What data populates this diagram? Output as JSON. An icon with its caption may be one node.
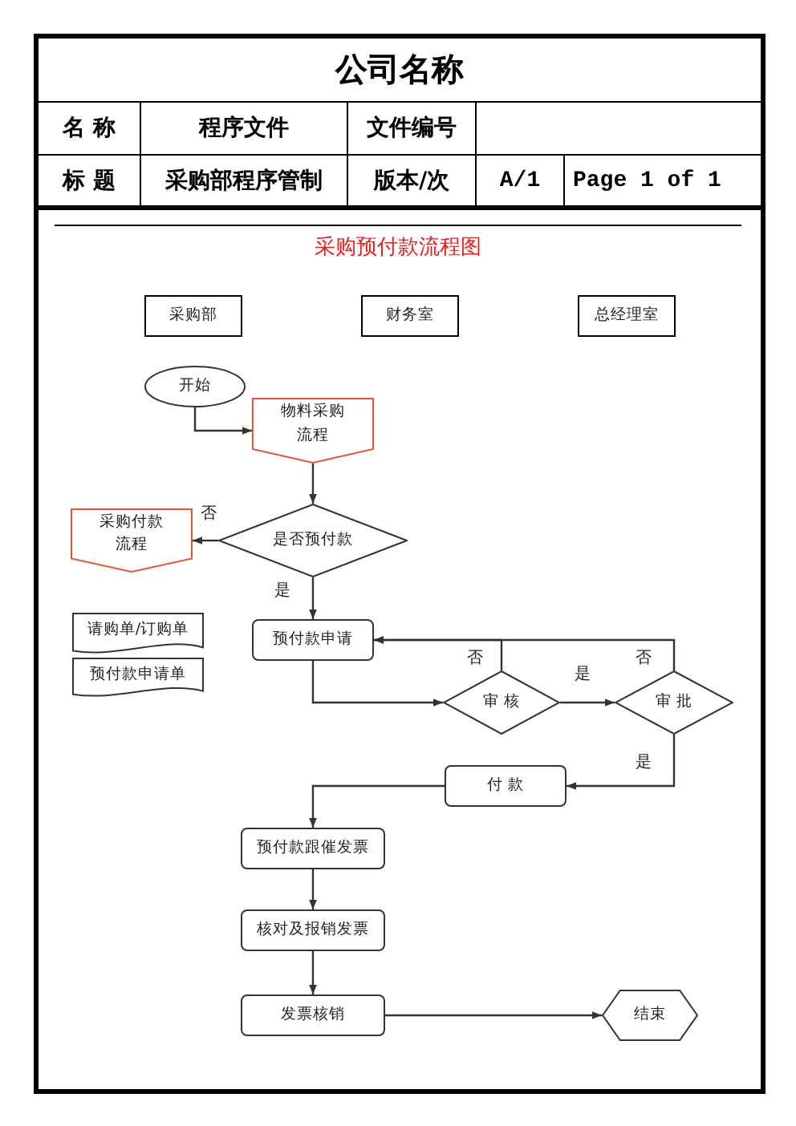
{
  "diagram": {
    "title": "采购预付款流程图",
    "nodes": [
      {
        "text": [
          "采购部"
        ]
      },
      {
        "text": [
          "财务室"
        ]
      },
      {
        "text": [
          "总经理室"
        ]
      },
      {
        "text": [
          "开始"
        ]
      },
      {
        "text": [
          "物料采购流程"
        ]
      },
      {
        "text": [
          "是否预付款"
        ]
      },
      {
        "text": [
          "采购付款流程"
        ]
      },
      {
        "text": [
          "请购单/订购单"
        ]
      },
      {
        "text": [
          "预付款申请单"
        ]
      },
      {
        "text": [
          "预付款申请"
        ]
      },
      {
        "text": [
          "审 核"
        ]
      },
      {
        "text": [
          "审 批"
        ]
      },
      {
        "text": [
          "付 款"
        ]
      },
      {
        "text": [
          "预付款跟催发票"
        ]
      },
      {
        "text": [
          "核对及报销发票"
        ]
      },
      {
        "text": [
          "发票核销"
        ]
      },
      {
        "text": [
          "结束"
        ]
      }
    ],
    "edges": [
      {
        "from": 3,
        "to": 4,
        "arrow": "to"
      },
      {
        "from": 4,
        "to": 5,
        "arrow": "to"
      },
      {
        "from": 5,
        "to": 6,
        "arrow": "to",
        "label": "否"
      },
      {
        "from": 5,
        "to": 9,
        "arrow": "to",
        "label": "是"
      },
      {
        "from": 9,
        "to": 10,
        "arrow": "to"
      },
      {
        "from": 10,
        "to": 9,
        "arrow": "to",
        "label": "否"
      },
      {
        "from": 10,
        "to": 11,
        "arrow": "to",
        "label": "是"
      },
      {
        "from": 11,
        "to": 9,
        "arrow": "to",
        "label": "否"
      },
      {
        "from": 11,
        "to": 12,
        "arrow": "to",
        "label": "是"
      },
      {
        "from": 12,
        "to": 13,
        "arrow": "to"
      },
      {
        "from": 13,
        "to": 14,
        "arrow": "to"
      },
      {
        "from": 14,
        "to": 15,
        "arrow": "to"
      },
      {
        "from": 15,
        "to": 16,
        "arrow": "to"
      }
    ],
    "labels": [
      "公司名称",
      "名 称",
      "程序文件",
      "文件编号",
      "标 题",
      "采购部程序管制",
      "版本/次",
      "A/1",
      "Page 1 of 1"
    ]
  }
}
